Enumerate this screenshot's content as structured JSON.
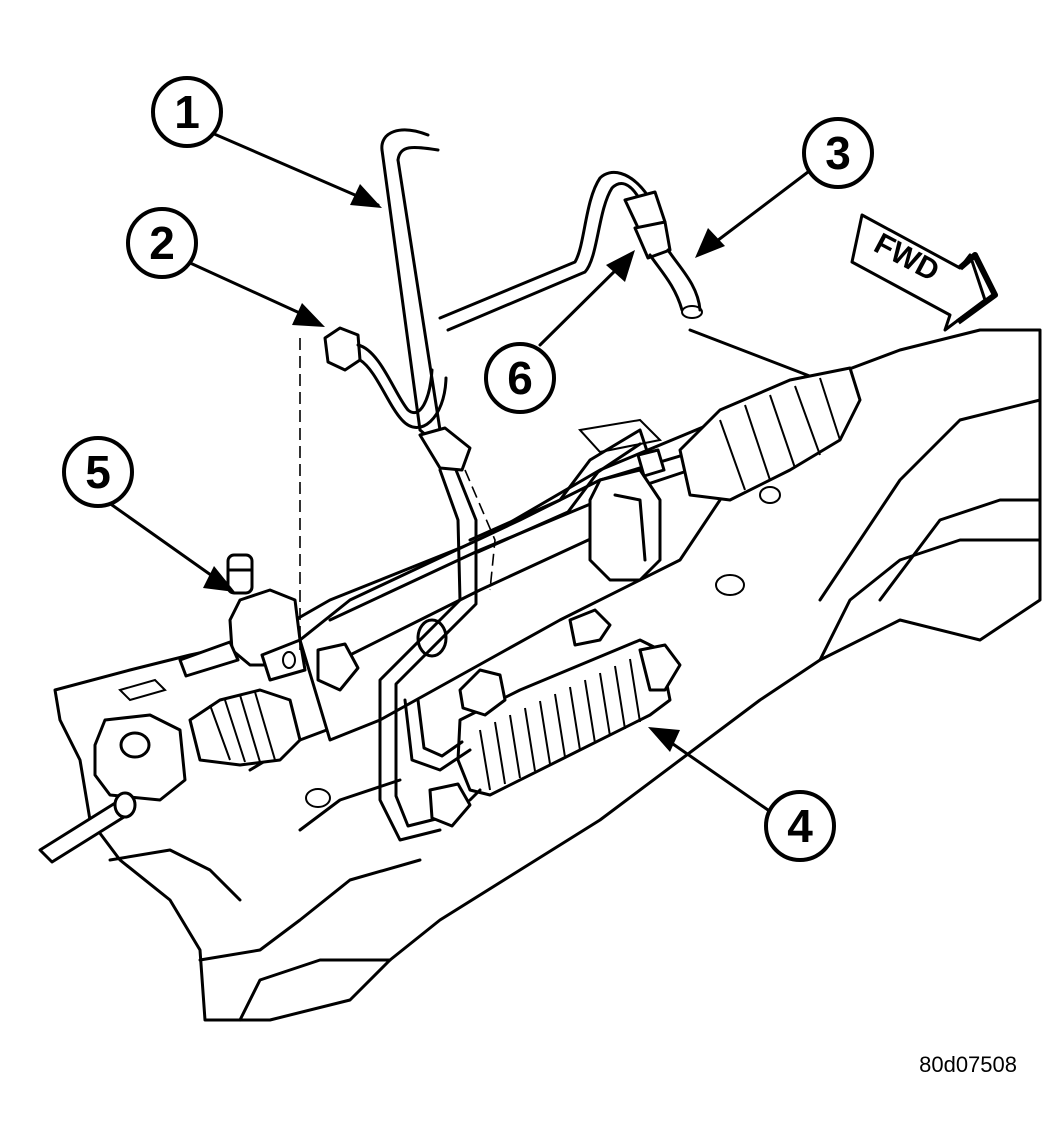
{
  "callouts": [
    {
      "label": "1"
    },
    {
      "label": "2"
    },
    {
      "label": "3"
    },
    {
      "label": "4"
    },
    {
      "label": "5"
    },
    {
      "label": "6"
    }
  ],
  "direction_marker": {
    "label": "FWD"
  },
  "reference_code": "80d07508"
}
